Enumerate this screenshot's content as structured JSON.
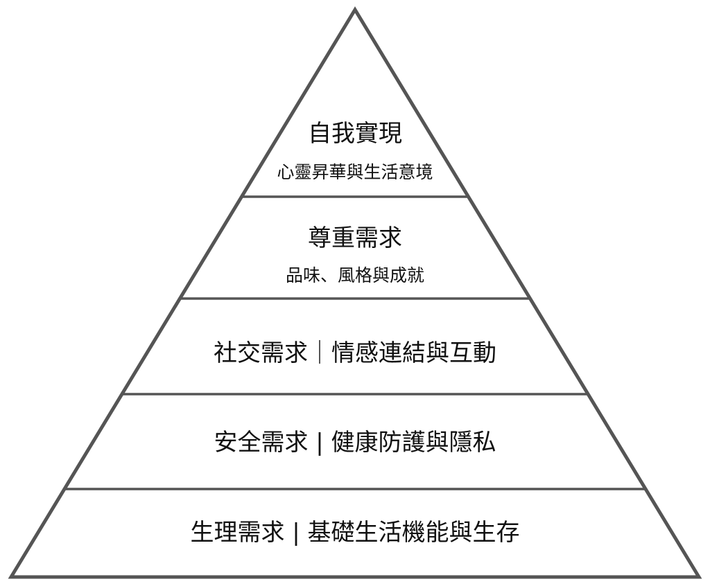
{
  "diagram": {
    "title": "",
    "stroke_color": "#555555",
    "levels": [
      {
        "title": "自我實現",
        "subtitle": "心靈昇華與生活意境"
      },
      {
        "title": "尊重需求",
        "subtitle": "品味、風格與成就"
      },
      {
        "title": "社交需求｜情感連結與互動"
      },
      {
        "title": "安全需求 | 健康防護與隱私"
      },
      {
        "title": "生理需求 | 基礎生活機能與生存"
      }
    ]
  }
}
